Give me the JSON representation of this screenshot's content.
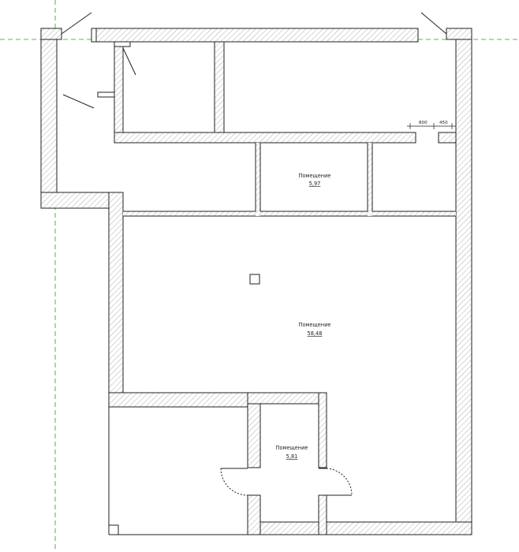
{
  "rooms": [
    {
      "name": "Помещение",
      "area": "5,97"
    },
    {
      "name": "Помещение",
      "area": "58,48"
    },
    {
      "name": "Помещение",
      "area": "5,81"
    }
  ],
  "dimensions": {
    "opening": "800",
    "pier": "450"
  }
}
